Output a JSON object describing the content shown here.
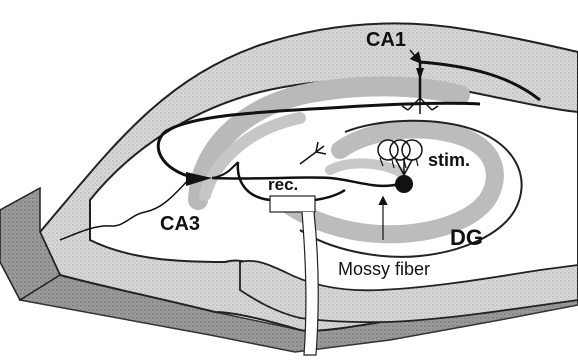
{
  "labels": {
    "ca1": "CA1",
    "ca3": "CA3",
    "dg": "DG",
    "stim": "stim.",
    "rec": "rec.",
    "mossy_fiber": "Mossy fiber"
  },
  "colors": {
    "tissue_fill": "#d9d9d9",
    "tissue_shadow": "#8c8c8c",
    "cell_layer": "#b8b8b8",
    "ink": "#111111",
    "background": "#ffffff"
  }
}
